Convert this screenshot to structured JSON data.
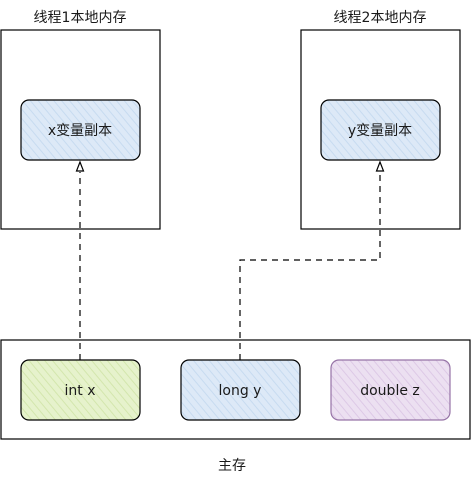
{
  "thread1": {
    "title": "线程1本地内存",
    "copy_label": "x变量副本"
  },
  "thread2": {
    "title": "线程2本地内存",
    "copy_label": "y变量副本"
  },
  "main_memory": {
    "title": "主存",
    "variables": [
      {
        "label": "int x",
        "fill": "#e6f2cc",
        "stroke": "#000000"
      },
      {
        "label": "long y",
        "fill": "#dde9f7",
        "stroke": "#000000"
      },
      {
        "label": "double z",
        "fill": "#ece0f1",
        "stroke": "#9673a6"
      }
    ]
  },
  "colors": {
    "copy_fill": "#dde9f7",
    "hatch_stroke": "#000000"
  }
}
